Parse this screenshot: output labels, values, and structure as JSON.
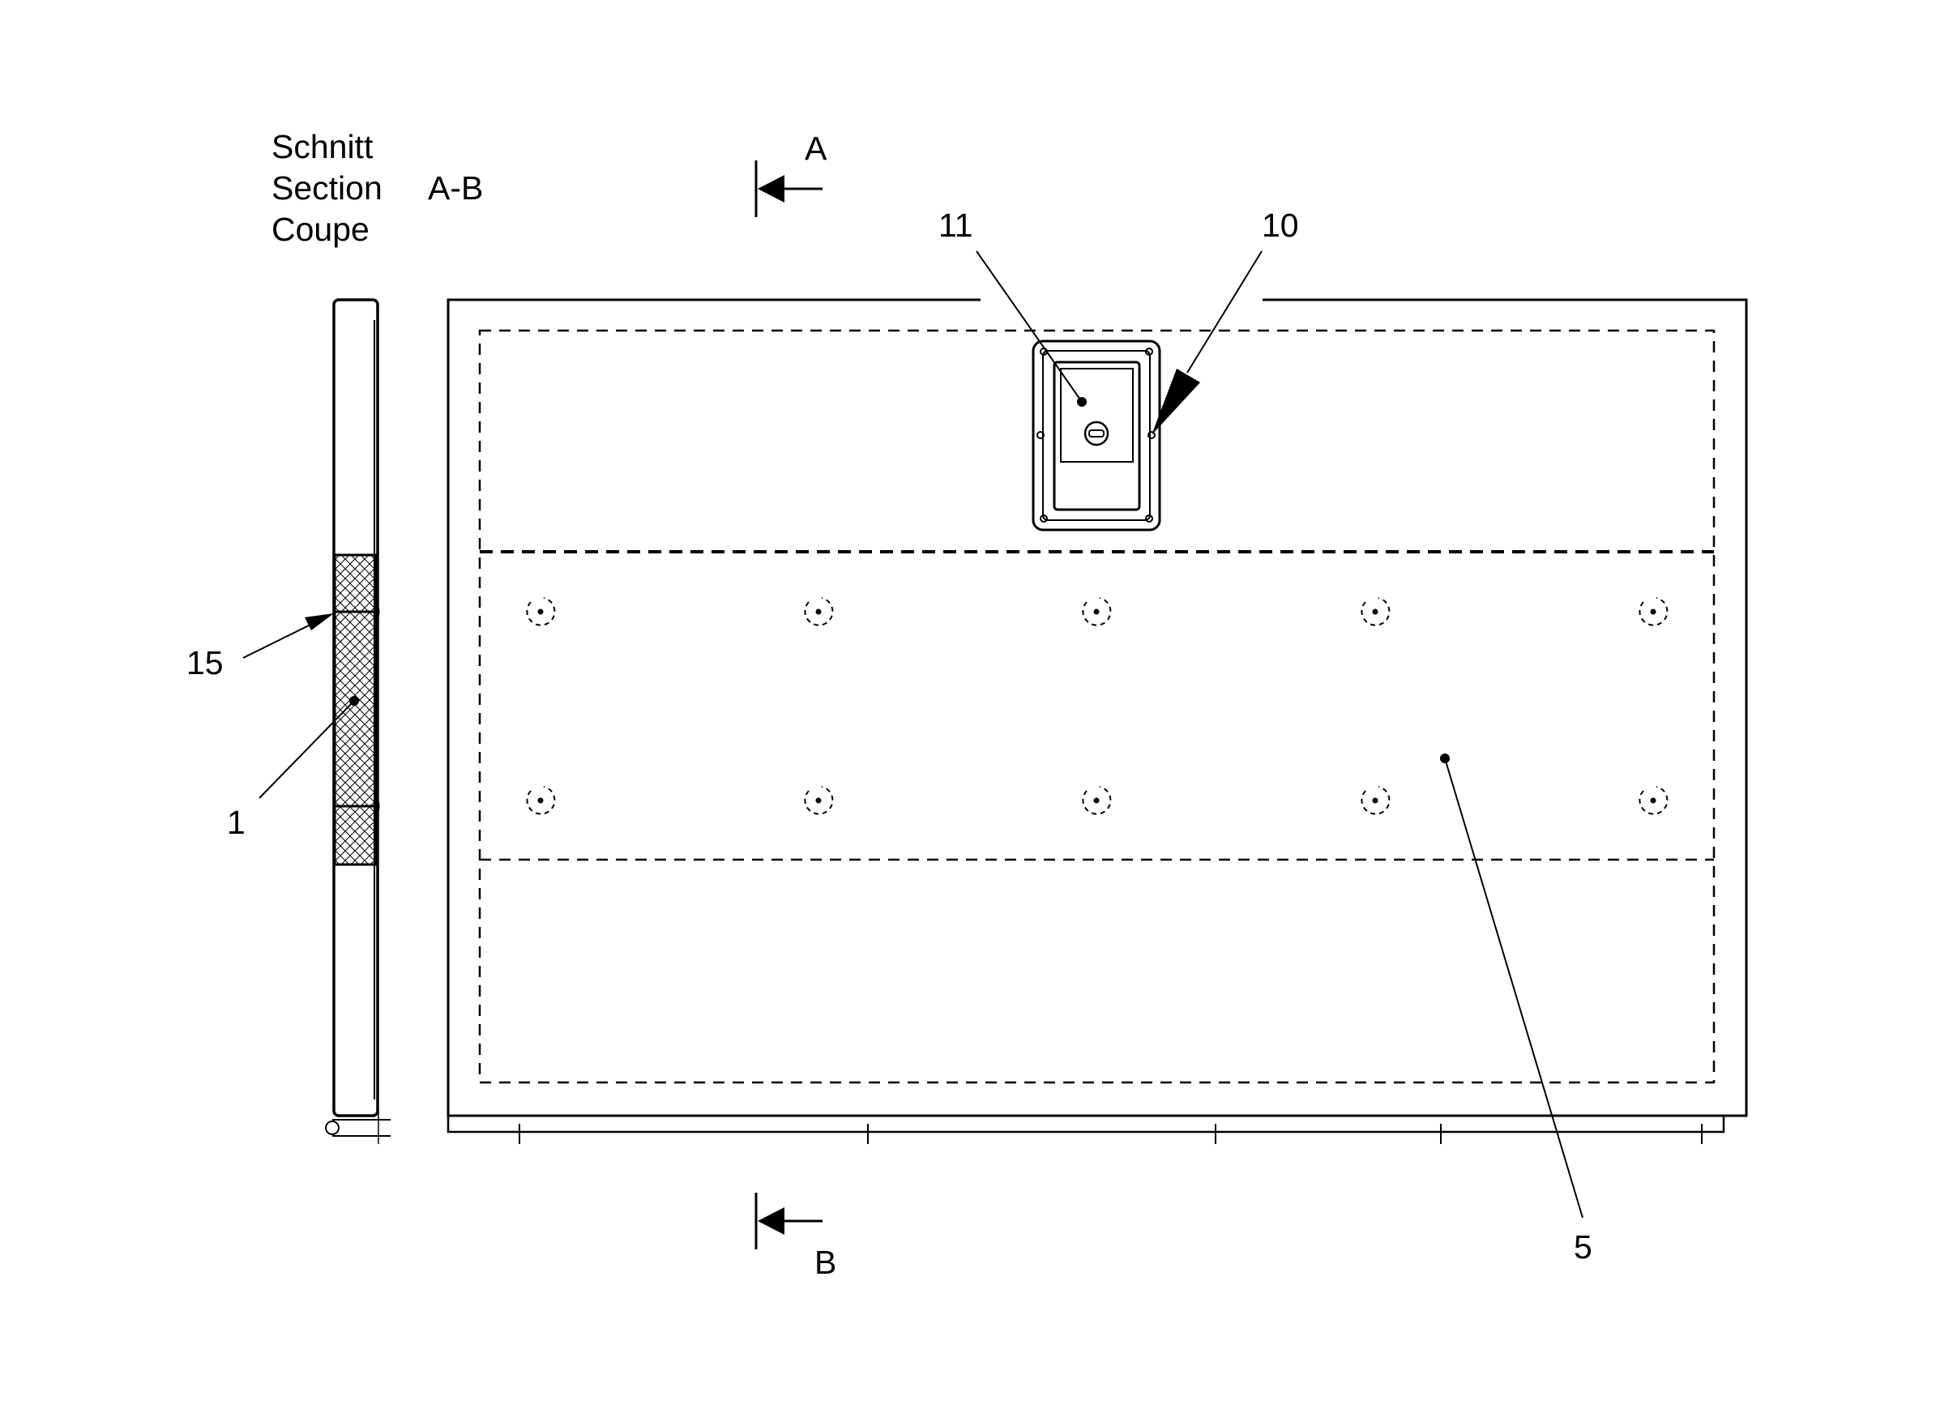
{
  "title_block": {
    "lines": [
      "Schnitt",
      "Section",
      "Coupe"
    ],
    "section_id": "A-B"
  },
  "cut_markers": {
    "top": "A",
    "bottom": "B"
  },
  "labels": {
    "handle": "11",
    "rivet": "10",
    "panel": "5",
    "foam_core": "1",
    "edge_profile": "15"
  }
}
